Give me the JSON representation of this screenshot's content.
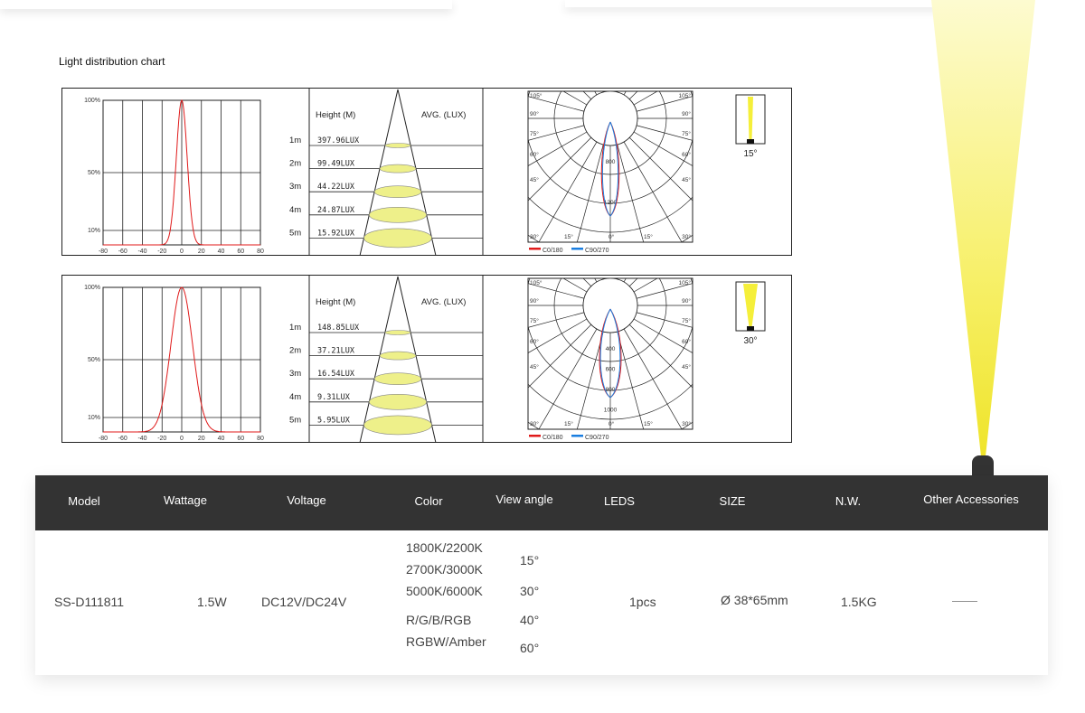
{
  "section_title": "Light distribution chart",
  "chart_data": [
    {
      "type": "line",
      "beam_angle": "15°",
      "curve": {
        "x_ticks": [
          "-80",
          "-60",
          "-40",
          "-20",
          "0",
          "20",
          "40",
          "60",
          "80"
        ],
        "y_ticks": [
          "100%",
          "50%",
          "10%"
        ],
        "xlim": [
          -80,
          80
        ],
        "ylim": [
          0,
          100
        ],
        "sigma": 5.5,
        "color": "#e01a1a"
      },
      "illuminance": {
        "height_label": "Height (M)",
        "avg_label": "AVG. (LUX)",
        "rows": [
          {
            "h": "1m",
            "lux": "397.96LUX"
          },
          {
            "h": "2m",
            "lux": "99.49LUX"
          },
          {
            "h": "3m",
            "lux": "44.22LUX"
          },
          {
            "h": "4m",
            "lux": "24.87LUX"
          },
          {
            "h": "5m",
            "lux": "15.92LUX"
          }
        ]
      },
      "polar": {
        "angle_labels": [
          "105°",
          "90°",
          "75°",
          "60°",
          "45°",
          "30°",
          "15°",
          "0°"
        ],
        "ring_labels": [
          "800",
          "1200"
        ],
        "legend": [
          {
            "name": "C0/180",
            "color": "#e01a1a"
          },
          {
            "name": "C90/270",
            "color": "#1a7ee0"
          }
        ]
      }
    },
    {
      "type": "line",
      "beam_angle": "30°",
      "curve": {
        "x_ticks": [
          "-80",
          "-60",
          "-40",
          "-20",
          "0",
          "20",
          "40",
          "60",
          "80"
        ],
        "y_ticks": [
          "100%",
          "50%",
          "10%"
        ],
        "xlim": [
          -80,
          80
        ],
        "ylim": [
          0,
          100
        ],
        "sigma": 11,
        "color": "#e01a1a"
      },
      "illuminance": {
        "height_label": "Height (M)",
        "avg_label": "AVG. (LUX)",
        "rows": [
          {
            "h": "1m",
            "lux": "148.85LUX"
          },
          {
            "h": "2m",
            "lux": "37.21LUX"
          },
          {
            "h": "3m",
            "lux": "16.54LUX"
          },
          {
            "h": "4m",
            "lux": "9.31LUX"
          },
          {
            "h": "5m",
            "lux": "5.95LUX"
          }
        ]
      },
      "polar": {
        "angle_labels": [
          "105°",
          "90°",
          "75°",
          "60°",
          "45°",
          "30°",
          "15°",
          "0°"
        ],
        "ring_labels": [
          "400",
          "600",
          "800",
          "1000"
        ],
        "legend": [
          {
            "name": "C0/180",
            "color": "#e01a1a"
          },
          {
            "name": "C90/270",
            "color": "#1a7ee0"
          }
        ]
      }
    }
  ],
  "spec_table": {
    "headers": [
      "Model",
      "Wattage",
      "Voltage",
      "Color",
      "View angle",
      "LEDS",
      "SIZE",
      "N.W.",
      "Other Accessories"
    ],
    "model": "SS-D111811",
    "wattage": "1.5W",
    "voltage": "DC12V/DC24V",
    "colors": [
      "1800K/2200K",
      "2700K/3000K",
      "5000K/6000K",
      "R/G/B/RGB",
      "RGBW/Amber"
    ],
    "view_angles": [
      "15°",
      "30°",
      "40°",
      "60°"
    ],
    "leds": "1pcs",
    "size": "Ø 38*65mm",
    "nw": "1.5KG",
    "accessories": "——"
  },
  "colors": {
    "header_bg": "#333333",
    "beam_yellow": "#f5ef3a",
    "ellipse_fill": "#eef08a"
  }
}
